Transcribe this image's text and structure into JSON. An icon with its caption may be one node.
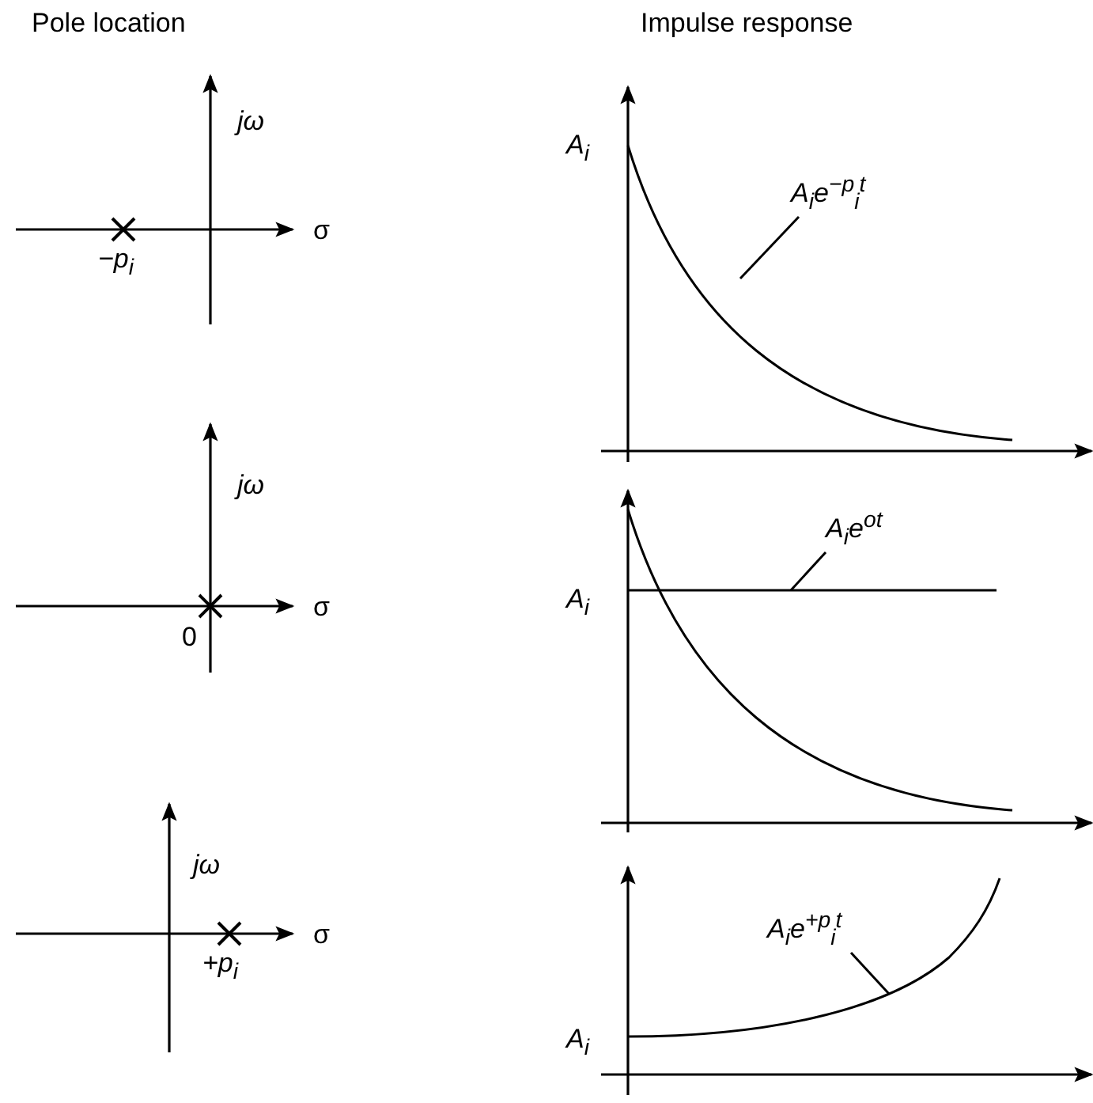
{
  "diagram": {
    "nodes": [
      {
        "text": [
          "A$_{i}$e$^{−p}$$_{i}$$^{t}$"
        ]
      },
      {
        "text": [
          "A$_{i}$e$^{ot}$"
        ]
      },
      {
        "text": [
          "A$_{i}$e$^{+p}$$_{i}$$^{t}$"
        ]
      }
    ],
    "edges": [
      {
        "from": 0,
        "to": null,
        "arrow": "none"
      },
      {
        "from": 1,
        "to": null,
        "arrow": "none"
      },
      {
        "from": 2,
        "to": null,
        "arrow": "none"
      }
    ],
    "labels": [
      "Pole location",
      "Impulse response",
      "jω",
      "σ",
      "−p$_{i}$",
      "A$_{i}$",
      "jω",
      "σ",
      "0",
      "A$_{i}$",
      "jω",
      "σ",
      "+p$_{i}$",
      "A$_{i}$"
    ]
  }
}
